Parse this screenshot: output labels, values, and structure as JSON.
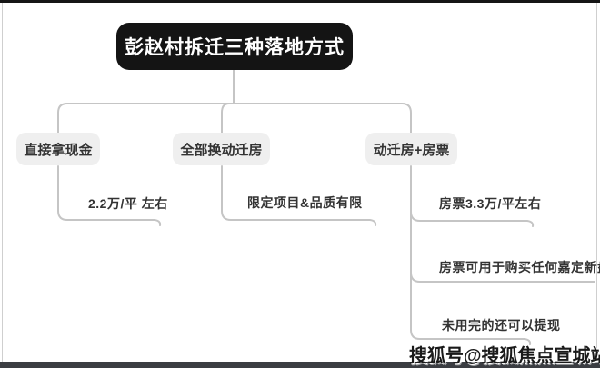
{
  "diagram": {
    "root": {
      "label": "彭赵村拆迁三种落地方式"
    },
    "branches": [
      {
        "label": "直接拿现金",
        "children": [
          "2.2万/平 左右"
        ]
      },
      {
        "label": "全部换动迁房",
        "children": [
          "限定项目&品质有限"
        ]
      },
      {
        "label": "动迁房+房票",
        "children": [
          "房票3.3万/平左右",
          "房票可用于购买任何嘉定新盘",
          "未用完的还可以提现"
        ]
      }
    ]
  },
  "watermark": {
    "text": "搜狐号@搜狐焦点宣城站"
  },
  "colors": {
    "background": "#ffffff",
    "root_node_bg": "#141414",
    "root_node_text": "#ffffff",
    "child_node_bg": "#efefef",
    "node_text": "#333333",
    "connector_line": "#c5c5c5",
    "top_bar": "#151515",
    "bottom_bar": "#3b3d42",
    "watermark_text": "#1a1a1a"
  }
}
